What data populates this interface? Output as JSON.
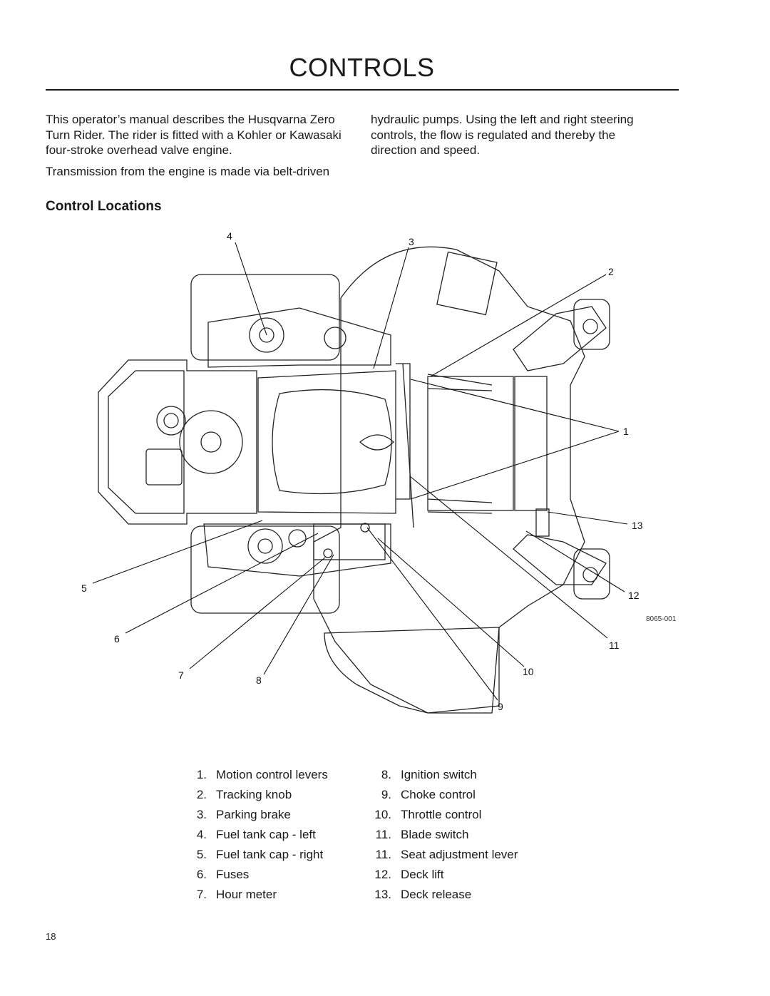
{
  "header": {
    "title": "CONTROLS"
  },
  "intro": {
    "left_paragraphs": [
      "This operator’s manual describes the Husqvarna Zero Turn Rider. The rider is fitted with a Kohler or Kawasaki four-stroke overhead valve engine.",
      "Transmission from the engine is made via belt-driven"
    ],
    "right_paragraphs": [
      "hydraulic pumps. Using the left and right steering controls, the flow is regulated and thereby the direction and speed."
    ]
  },
  "section": {
    "heading": "Control Locations"
  },
  "figure": {
    "id_text": "8065-001",
    "callouts": [
      "1",
      "2",
      "3",
      "4",
      "5",
      "6",
      "7",
      "8",
      "9",
      "10",
      "11",
      "12",
      "13"
    ]
  },
  "legend": {
    "left": [
      {
        "num": "1.",
        "label": "Motion control levers"
      },
      {
        "num": "2.",
        "label": "Tracking knob"
      },
      {
        "num": "3.",
        "label": "Parking brake"
      },
      {
        "num": "4.",
        "label": "Fuel tank cap - left"
      },
      {
        "num": "5.",
        "label": "Fuel tank cap - right"
      },
      {
        "num": "6.",
        "label": "Fuses"
      },
      {
        "num": "7.",
        "label": "Hour meter"
      }
    ],
    "right": [
      {
        "num": "8.",
        "label": "Ignition switch"
      },
      {
        "num": "9.",
        "label": "Choke control"
      },
      {
        "num": "10.",
        "label": "Throttle control"
      },
      {
        "num": "11.",
        "label": "Blade switch"
      },
      {
        "num": "11.",
        "label": "Seat adjustment lever"
      },
      {
        "num": "12.",
        "label": "Deck lift"
      },
      {
        "num": "13.",
        "label": "Deck release"
      }
    ]
  },
  "footer": {
    "page_number": "18"
  }
}
